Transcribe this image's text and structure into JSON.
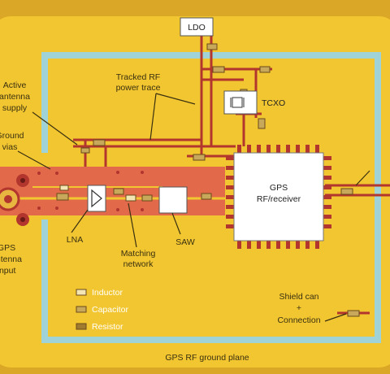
{
  "labels": {
    "ldo": "LDO",
    "tcxo": "TCXO",
    "tracked_rf_line1": "Tracked RF",
    "tracked_rf_line2": "power trace",
    "active_line1": "Active",
    "active_line2": "antenna",
    "active_line3": "supply",
    "ground_line1": "Ground",
    "ground_line2": "vias",
    "gps_chip_line1": "GPS",
    "gps_chip_line2": "RF/receiver",
    "lna": "LNA",
    "matching_line1": "Matching",
    "matching_line2": "network",
    "saw": "SAW",
    "gps_input_line1": "GPS",
    "gps_input_line2": "antenna",
    "gps_input_line3": "input",
    "shield_line1": "Shield can",
    "shield_line2": "+",
    "shield_line3": "Connection",
    "ground_plane": "GPS RF ground plane"
  },
  "legend": {
    "inductor": "Inductor",
    "capacitor": "Capacitor",
    "resistor": "Resistor"
  },
  "colors": {
    "board": "#f2c630",
    "shield": "#9fd3d8",
    "trace": "#b2352e",
    "rf_pad": "#e2694a",
    "chip": "#ffffff",
    "component": "#c8a85a"
  }
}
